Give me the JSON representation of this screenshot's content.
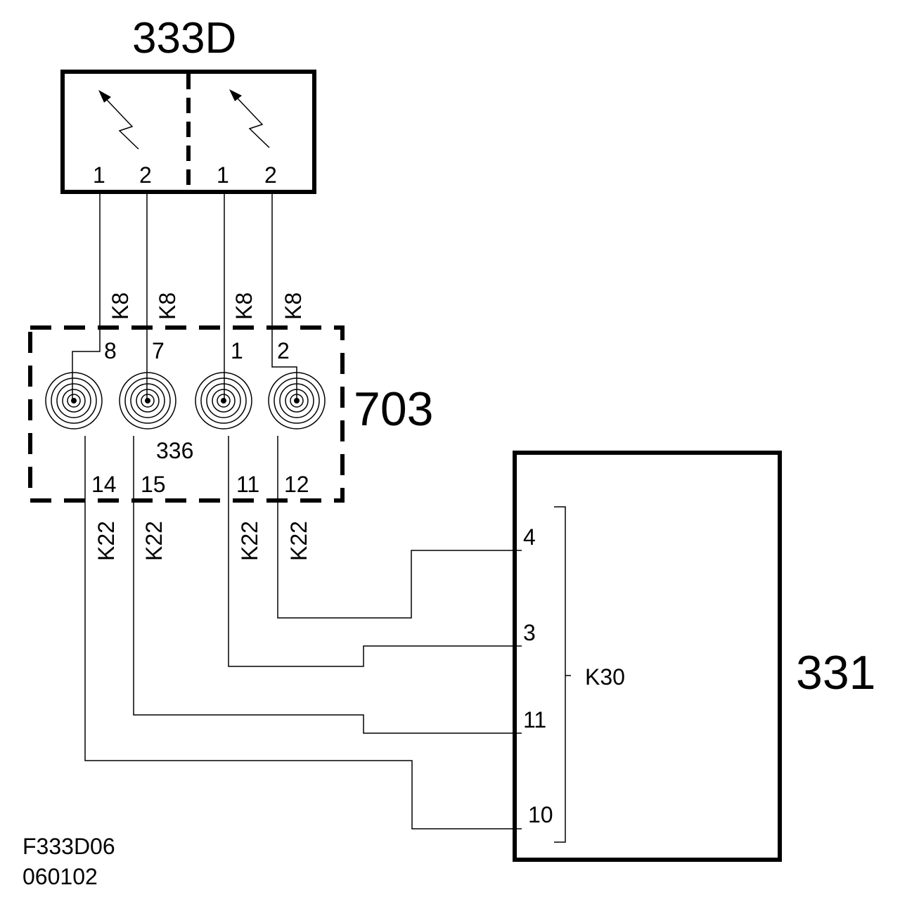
{
  "components": {
    "switch_block": {
      "ref": "333D",
      "pins": [
        "1",
        "2",
        "1",
        "2"
      ]
    },
    "clockspring": {
      "ref": "703",
      "inner_ref": "336",
      "top_pins": [
        "8",
        "7",
        "1",
        "2"
      ],
      "bottom_pins": [
        "14",
        "15",
        "11",
        "12"
      ]
    },
    "control_module": {
      "ref": "331",
      "pins": [
        "4",
        "3",
        "11",
        "10"
      ],
      "connector": "K30"
    }
  },
  "connectors": {
    "top": [
      "K8",
      "K8",
      "K8",
      "K8"
    ],
    "bottom": [
      "K22",
      "K22",
      "K22",
      "K22"
    ]
  },
  "footer": {
    "figure_id": "F333D06",
    "date_code": "060102"
  }
}
